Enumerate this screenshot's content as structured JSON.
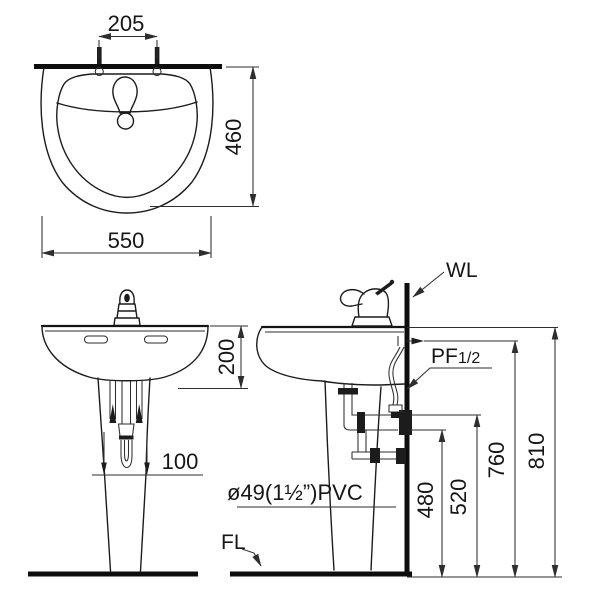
{
  "colors": {
    "background": "#ffffff",
    "line": "#1c1c1c"
  },
  "top_view": {
    "dim_faucet_hole_spacing": "205",
    "dim_basin_depth": "460",
    "dim_basin_width": "550"
  },
  "front_view": {
    "dim_rim_to_overflow": "200",
    "dim_outlet_spacing": "100"
  },
  "side_view": {
    "wall_line_label": "WL",
    "floor_line_label": "FL",
    "supply_thread_label": "PF",
    "supply_thread_size": "1/2",
    "drain_pipe_spec": "ø49(1½”)PVC",
    "dim_480": "480",
    "dim_520": "520",
    "dim_760": "760",
    "dim_810": "810"
  }
}
